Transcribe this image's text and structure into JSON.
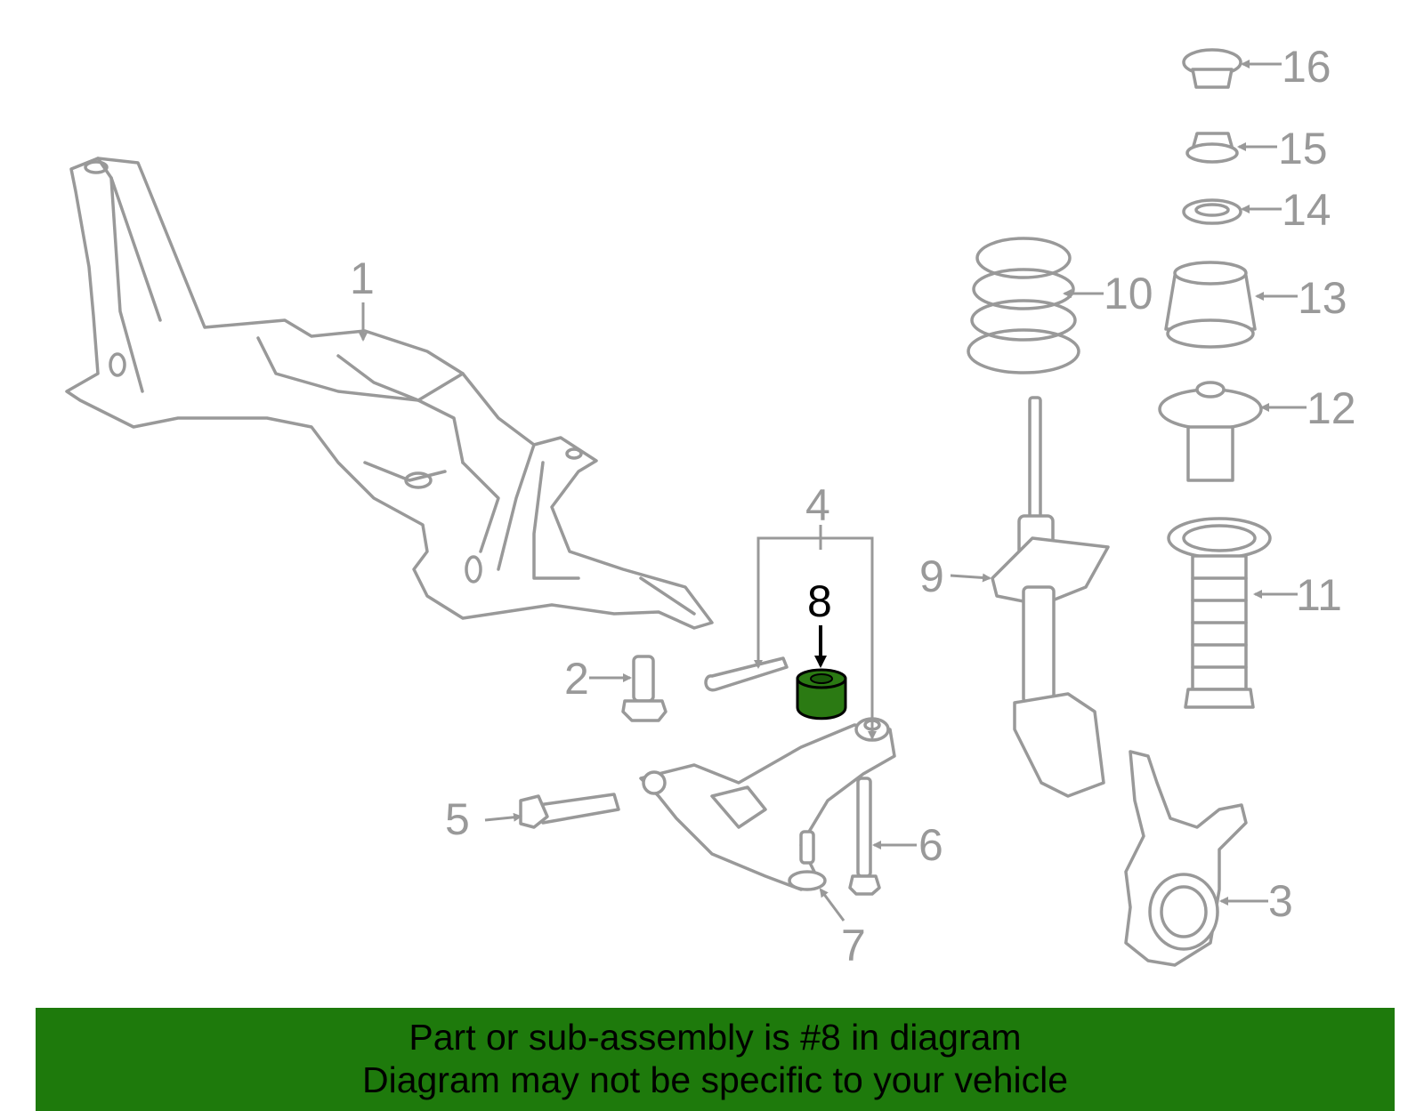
{
  "highlight_color": "#2b7a13",
  "banner_color": "#1e7a0c",
  "callouts": [
    "1",
    "2",
    "3",
    "4",
    "5",
    "6",
    "7",
    "8",
    "9",
    "10",
    "11",
    "12",
    "13",
    "14",
    "15",
    "16"
  ],
  "highlighted_part": "8",
  "banner": {
    "line1": "Part or sub-assembly is #8 in diagram",
    "line2": "Diagram may not be specific to your vehicle"
  }
}
